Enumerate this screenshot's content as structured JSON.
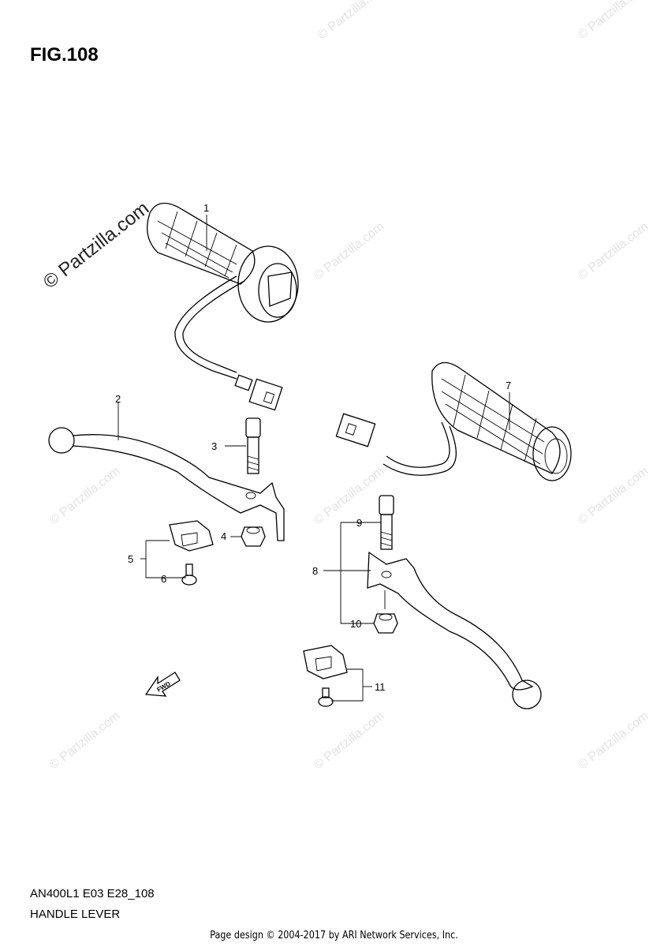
{
  "figure": {
    "title": "FIG.108"
  },
  "watermark": {
    "text": "© Partzilla.com"
  },
  "parts": [
    {
      "num": "1"
    },
    {
      "num": "2"
    },
    {
      "num": "3"
    },
    {
      "num": "4"
    },
    {
      "num": "5"
    },
    {
      "num": "6"
    },
    {
      "num": "7"
    },
    {
      "num": "8"
    },
    {
      "num": "9"
    },
    {
      "num": "10"
    },
    {
      "num": "11"
    }
  ],
  "fwd_label": "FWD",
  "model": "AN400L1 E03 E28_108",
  "subtitle": "HANDLE LEVER",
  "footer": "Page design © 2004-2017 by ARI Network Services, Inc."
}
